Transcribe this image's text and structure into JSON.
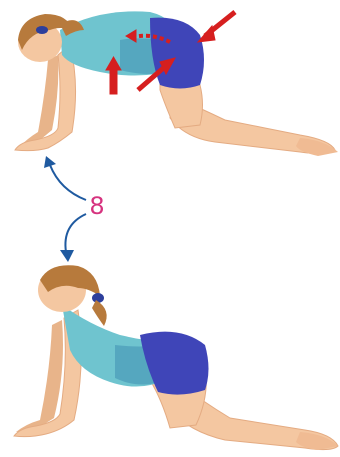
{
  "step_label": "8",
  "colors": {
    "skin": "#f4c7a1",
    "skin_shadow": "#e4ab82",
    "top": "#6fc4cf",
    "top_shadow": "#3f8fb3",
    "shorts": "#3f45b8",
    "hair": "#b77a3c",
    "hair_tie": "#2d3f9c",
    "arrow": "#d61f1f",
    "pointer": "#1f5aa0",
    "number": "#d6337f"
  },
  "poses": [
    {
      "id": "cat-pose",
      "description_icon": "arched-back-pose"
    },
    {
      "id": "cow-pose",
      "description_icon": "dipped-back-pose"
    }
  ]
}
